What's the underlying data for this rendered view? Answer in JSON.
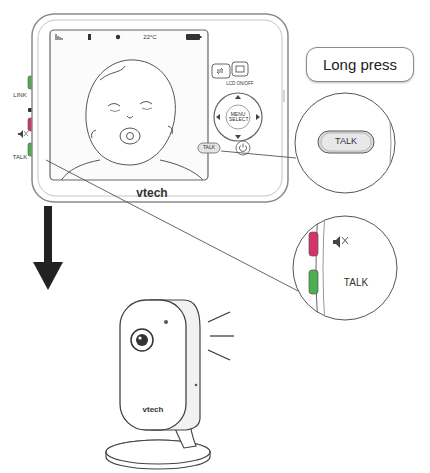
{
  "diagram": {
    "nodes": [
      {
        "text": [
          "Long press"
        ]
      }
    ],
    "labels": [
      "22°C",
      "LINK",
      "LCD ON/OFF",
      "MENU SELECT",
      "TALK",
      "TALK",
      "vtech",
      "TALK",
      "TALK",
      "vtech"
    ]
  }
}
